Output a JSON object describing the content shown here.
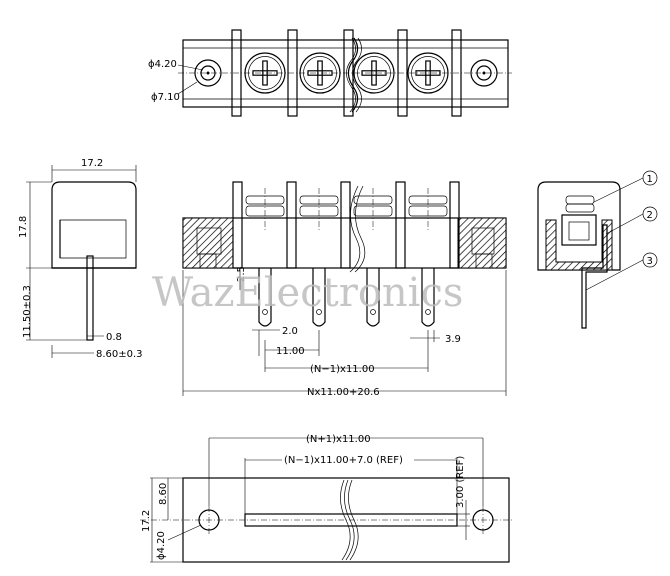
{
  "watermark": "WazElectronics",
  "top_view": {
    "hole_diameter": "ϕ4.20",
    "outer_diameter": "ϕ7.10"
  },
  "side_view": {
    "width": "17.2",
    "height": "17.8",
    "pin_length": "11.50±0.3",
    "pin_thickness": "0.8",
    "pin_offset": "8.60±0.3"
  },
  "front_view": {
    "pin_width": "2.5",
    "pin_gap": "2.0",
    "pitch": "11.00",
    "span": "(N−1)x11.00",
    "edge": "3.9",
    "total": "Nx11.00+20.6"
  },
  "callouts": [
    "1",
    "2",
    "3"
  ],
  "pcb_layout": {
    "hole_span": "(N+1)x11.00",
    "slot_span": "(N−1)x11.00+7.0  (REF)",
    "slot_width": "3.00 (REF)",
    "half_height": "8.60",
    "height": "17.2",
    "hole_diameter": "ϕ4.20"
  }
}
